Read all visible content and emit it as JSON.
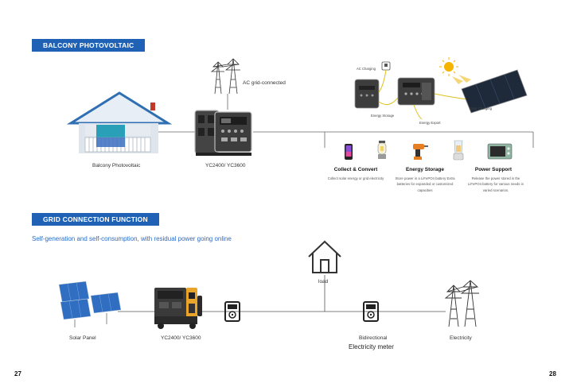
{
  "section1": {
    "tag": "BALCONY PHOTOVOLTAIC",
    "house_label": "Balcony Photovoltaic",
    "device_label": "YC2400/ YC3600",
    "tower_label": "AC grid-connected",
    "inset": {
      "ac_charging": "AC Charging",
      "energy_storage": "Energy Storage",
      "energy_export": "Energy Export",
      "solar_charging": "Solar Charging"
    },
    "features": [
      {
        "title": "Collect & Convert",
        "desc": "Collect solar energy or grid electricity"
      },
      {
        "title": "Energy Storage",
        "desc": "Store power in a LiFePO4 battery Extra batteries for expanded or customized capacities"
      },
      {
        "title": "Power Support",
        "desc": "Release the power stored in the LiFePO4 battery for various needs in varied scenarios."
      }
    ]
  },
  "section2": {
    "tag": "GRID CONNECTION FUNCTION",
    "subtitle": "Self-generation and self-consumption, with residual power going online",
    "load_label": "load",
    "solar_label": "Solar Panel",
    "device_label": "YC2400/ YC3600",
    "bidirectional_label": "Bidirectional",
    "meter_label": "Electricity meter",
    "electricity_label": "Electricity"
  },
  "pages": {
    "left": "27",
    "right": "28"
  },
  "colors": {
    "accent": "#1f62b5",
    "subtitle": "#2a6bc7",
    "device_body": "#3a3a3a",
    "device_yellow": "#e8a42b"
  }
}
